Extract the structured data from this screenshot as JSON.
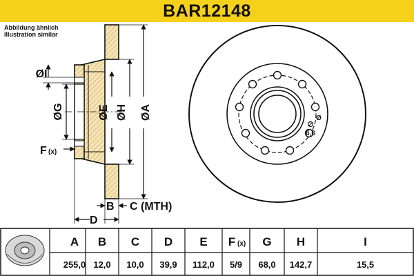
{
  "title": "BAR12148",
  "note_lines": [
    "Abbildung ähnlich",
    "Illustration similar"
  ],
  "drawing_labels": {
    "I": "ØI",
    "G": "ØG",
    "E": "ØE",
    "H": "ØH",
    "A": "ØA",
    "F": "F",
    "F_sub": "(x)",
    "B": "B",
    "C_mth": "C (MTH)",
    "D": "D",
    "bolt_hole_dia": "Ø",
    "bolt_hole_value": "6,6"
  },
  "table": {
    "headers": [
      "A",
      "B",
      "C",
      "D",
      "E",
      "F",
      "G",
      "H",
      "I"
    ],
    "header_subscripts": [
      "",
      "",
      "",
      "",
      "",
      "(x)",
      "",
      "",
      ""
    ],
    "values": [
      "255,0",
      "12,0",
      "10,0",
      "39,9",
      "112,0",
      "5/9",
      "68,0",
      "142,7",
      "15,5"
    ]
  },
  "colors": {
    "header_bg": "#f5d11c",
    "disc_fill": "#f7e3b3",
    "line": "#111111"
  }
}
